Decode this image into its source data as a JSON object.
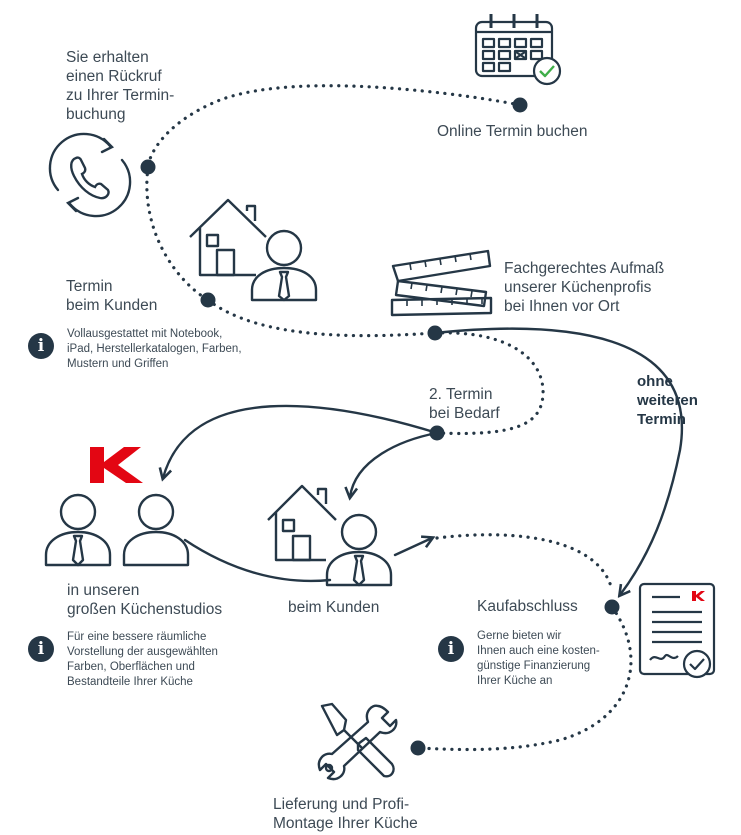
{
  "colors": {
    "primary": "#253746",
    "text": "#3d4a55",
    "brand_red": "#e30613"
  },
  "steps": {
    "online_booking": "Online Termin buchen",
    "callback": "Sie erhalten\neinen Rückruf\nzu Ihrer Termin-\nbuchung",
    "visit": "Termin\nbeim Kunden",
    "visit_info": "Vollausgestattet mit Notebook,\niPad, Herstellerkatalogen, Farben,\nMustern und Griffen",
    "measure": "Fachgerechtes Aufmaß\nunserer Küchenprofis\nbei Ihnen vor Ort",
    "second": "2. Termin\nbei Bedarf",
    "no_further": "ohne\nweiteren\nTermin",
    "studio": "in unseren\ngroßen Küchenstudios",
    "studio_info": "Für eine bessere räumliche\nVorstellung der ausgewählten\nFarben, Oberflächen und\nBestandteile Ihrer Küche",
    "at_customer": "beim Kunden",
    "purchase": "Kaufabschluss",
    "purchase_info": "Gerne bieten wir\nIhnen auch eine kosten-\ngünstige Finanzierung\nIhrer Küche an",
    "delivery": "Lieferung und Profi-\nMontage Ihrer Küche"
  },
  "icons": {
    "info": "i",
    "calendar": "calendar-check-icon",
    "phone": "phone-callback-icon",
    "house": "house-icon",
    "person": "person-icon",
    "ruler": "folding-ruler-icon",
    "logo": "k-logo-icon",
    "contract": "contract-icon",
    "tools": "tools-icon"
  }
}
